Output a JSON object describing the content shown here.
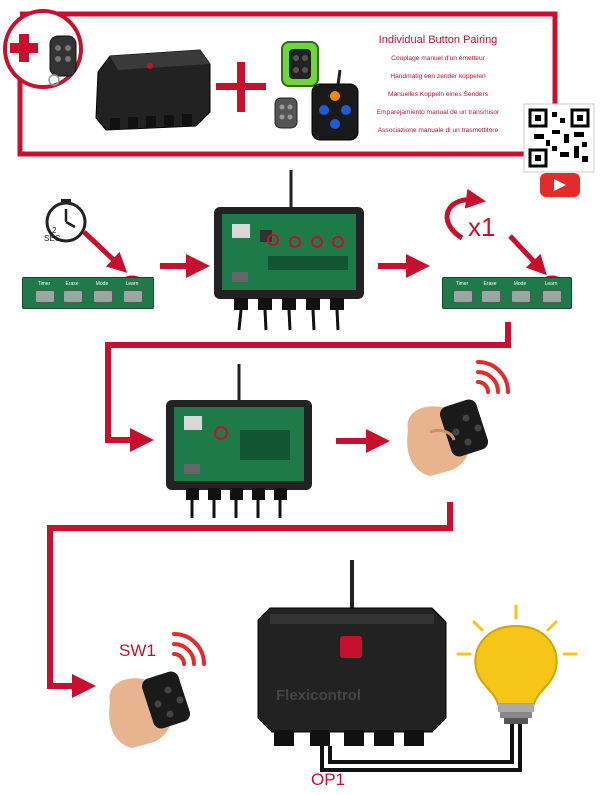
{
  "header": {
    "title": "Individual Button Pairing",
    "languages": [
      "Couplage manuel d'un émetteur",
      "Handmatig een zender koppelen",
      "Manuelles Koppeln eines Senders",
      "Emparejamiento manual de un transmisor",
      "Associazione manuale di un trasmettitore"
    ]
  },
  "board_buttons": [
    "Timer",
    "Erase",
    "Mode",
    "Learn"
  ],
  "timer": {
    "value": "2",
    "unit": "SEC"
  },
  "press_count": "x1",
  "remote_label": "SW1",
  "output_label": "OP1",
  "brand_text": "Flexicontrol",
  "colors": {
    "accent": "#c8102e",
    "pcb": "#1f7a4a",
    "enclosure": "#222222",
    "bulb": "#f5c518",
    "remote_green": "#6fd63a",
    "button_blue": "#1e5bd8",
    "button_orange": "#f28b00",
    "youtube": "#e32b2b"
  },
  "icons": [
    "plus-icon",
    "clock-icon",
    "redo-arrow-icon",
    "signal-waves-icon",
    "qr-code-icon",
    "youtube-play-icon",
    "light-bulb-icon"
  ]
}
